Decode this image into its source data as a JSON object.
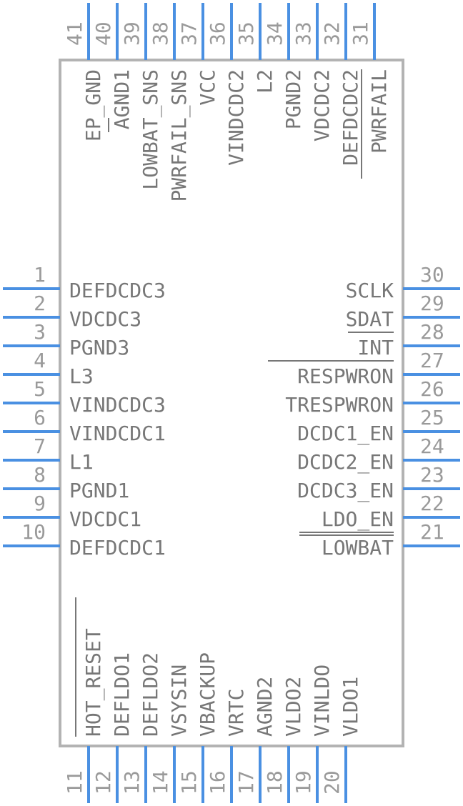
{
  "component": {
    "pins_left": [
      {
        "num": "1",
        "name": "DEFDCDC3"
      },
      {
        "num": "2",
        "name": "VDCDC3"
      },
      {
        "num": "3",
        "name": "PGND3"
      },
      {
        "num": "4",
        "name": "L3"
      },
      {
        "num": "5",
        "name": "VINDCDC3"
      },
      {
        "num": "6",
        "name": "VINDCDC1"
      },
      {
        "num": "7",
        "name": "L1"
      },
      {
        "num": "8",
        "name": "PGND1"
      },
      {
        "num": "9",
        "name": "VDCDC1"
      },
      {
        "num": "10",
        "name": "DEFDCDC1"
      }
    ],
    "pins_right": [
      {
        "num": "30",
        "name": "SCLK"
      },
      {
        "num": "29",
        "name": "SDAT"
      },
      {
        "num": "28",
        "name": "INT"
      },
      {
        "num": "27",
        "name": "RESPWRON"
      },
      {
        "num": "26",
        "name": "TRESPWRON"
      },
      {
        "num": "25",
        "name": "DCDC1_EN"
      },
      {
        "num": "24",
        "name": "DCDC2_EN"
      },
      {
        "num": "23",
        "name": "DCDC3_EN"
      },
      {
        "num": "22",
        "name": "LDO_EN"
      },
      {
        "num": "21",
        "name": "LOWBAT"
      }
    ],
    "pins_top": [
      {
        "num": "41",
        "name": "EP_GND"
      },
      {
        "num": "40",
        "name": "AGND1"
      },
      {
        "num": "39",
        "name": "LOWBAT_SNS"
      },
      {
        "num": "38",
        "name": "PWRFAIL_SNS"
      },
      {
        "num": "37",
        "name": "VCC"
      },
      {
        "num": "36",
        "name": "VINDCDC2"
      },
      {
        "num": "35",
        "name": "L2"
      },
      {
        "num": "34",
        "name": "PGND2"
      },
      {
        "num": "33",
        "name": "VDCDC2"
      },
      {
        "num": "32",
        "name": "DEFDCDC2"
      },
      {
        "num": "31",
        "name": "PWRFAIL"
      }
    ],
    "pins_bottom": [
      {
        "num": "11",
        "name": "HOT_RESET"
      },
      {
        "num": "12",
        "name": "DEFLDO1"
      },
      {
        "num": "13",
        "name": "DEFLDO2"
      },
      {
        "num": "14",
        "name": "VSYSIN"
      },
      {
        "num": "15",
        "name": "VBACKUP"
      },
      {
        "num": "16",
        "name": "VRTC"
      },
      {
        "num": "17",
        "name": "AGND2"
      },
      {
        "num": "18",
        "name": "VLDO2"
      },
      {
        "num": "19",
        "name": "VINLDO"
      },
      {
        "num": "20",
        "name": "VLDO1"
      }
    ]
  }
}
